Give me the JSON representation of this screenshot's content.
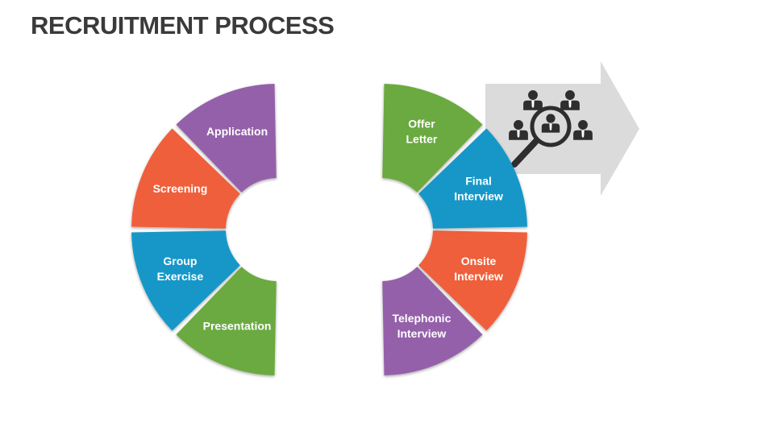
{
  "title": "RECRUITMENT PROCESS",
  "colors": {
    "purple": "#9561AA",
    "orange": "#EF5F3B",
    "blue": "#1397C8",
    "green": "#6AAA40",
    "arrow": "#DBDBDB",
    "icon": "#2E2E2E"
  },
  "steps": [
    {
      "label_lines": [
        "Application"
      ],
      "color": "purple"
    },
    {
      "label_lines": [
        "Screening"
      ],
      "color": "orange"
    },
    {
      "label_lines": [
        "Group",
        "Exercise"
      ],
      "color": "blue"
    },
    {
      "label_lines": [
        "Presentation"
      ],
      "color": "green"
    },
    {
      "label_lines": [
        "Telephonic",
        "Interview"
      ],
      "color": "purple"
    },
    {
      "label_lines": [
        "Onsite",
        "Interview"
      ],
      "color": "orange"
    },
    {
      "label_lines": [
        "Final",
        "Interview"
      ],
      "color": "blue"
    },
    {
      "label_lines": [
        "Offer",
        "Letter"
      ],
      "color": "green"
    }
  ],
  "result_icon": "candidate-search-icon"
}
